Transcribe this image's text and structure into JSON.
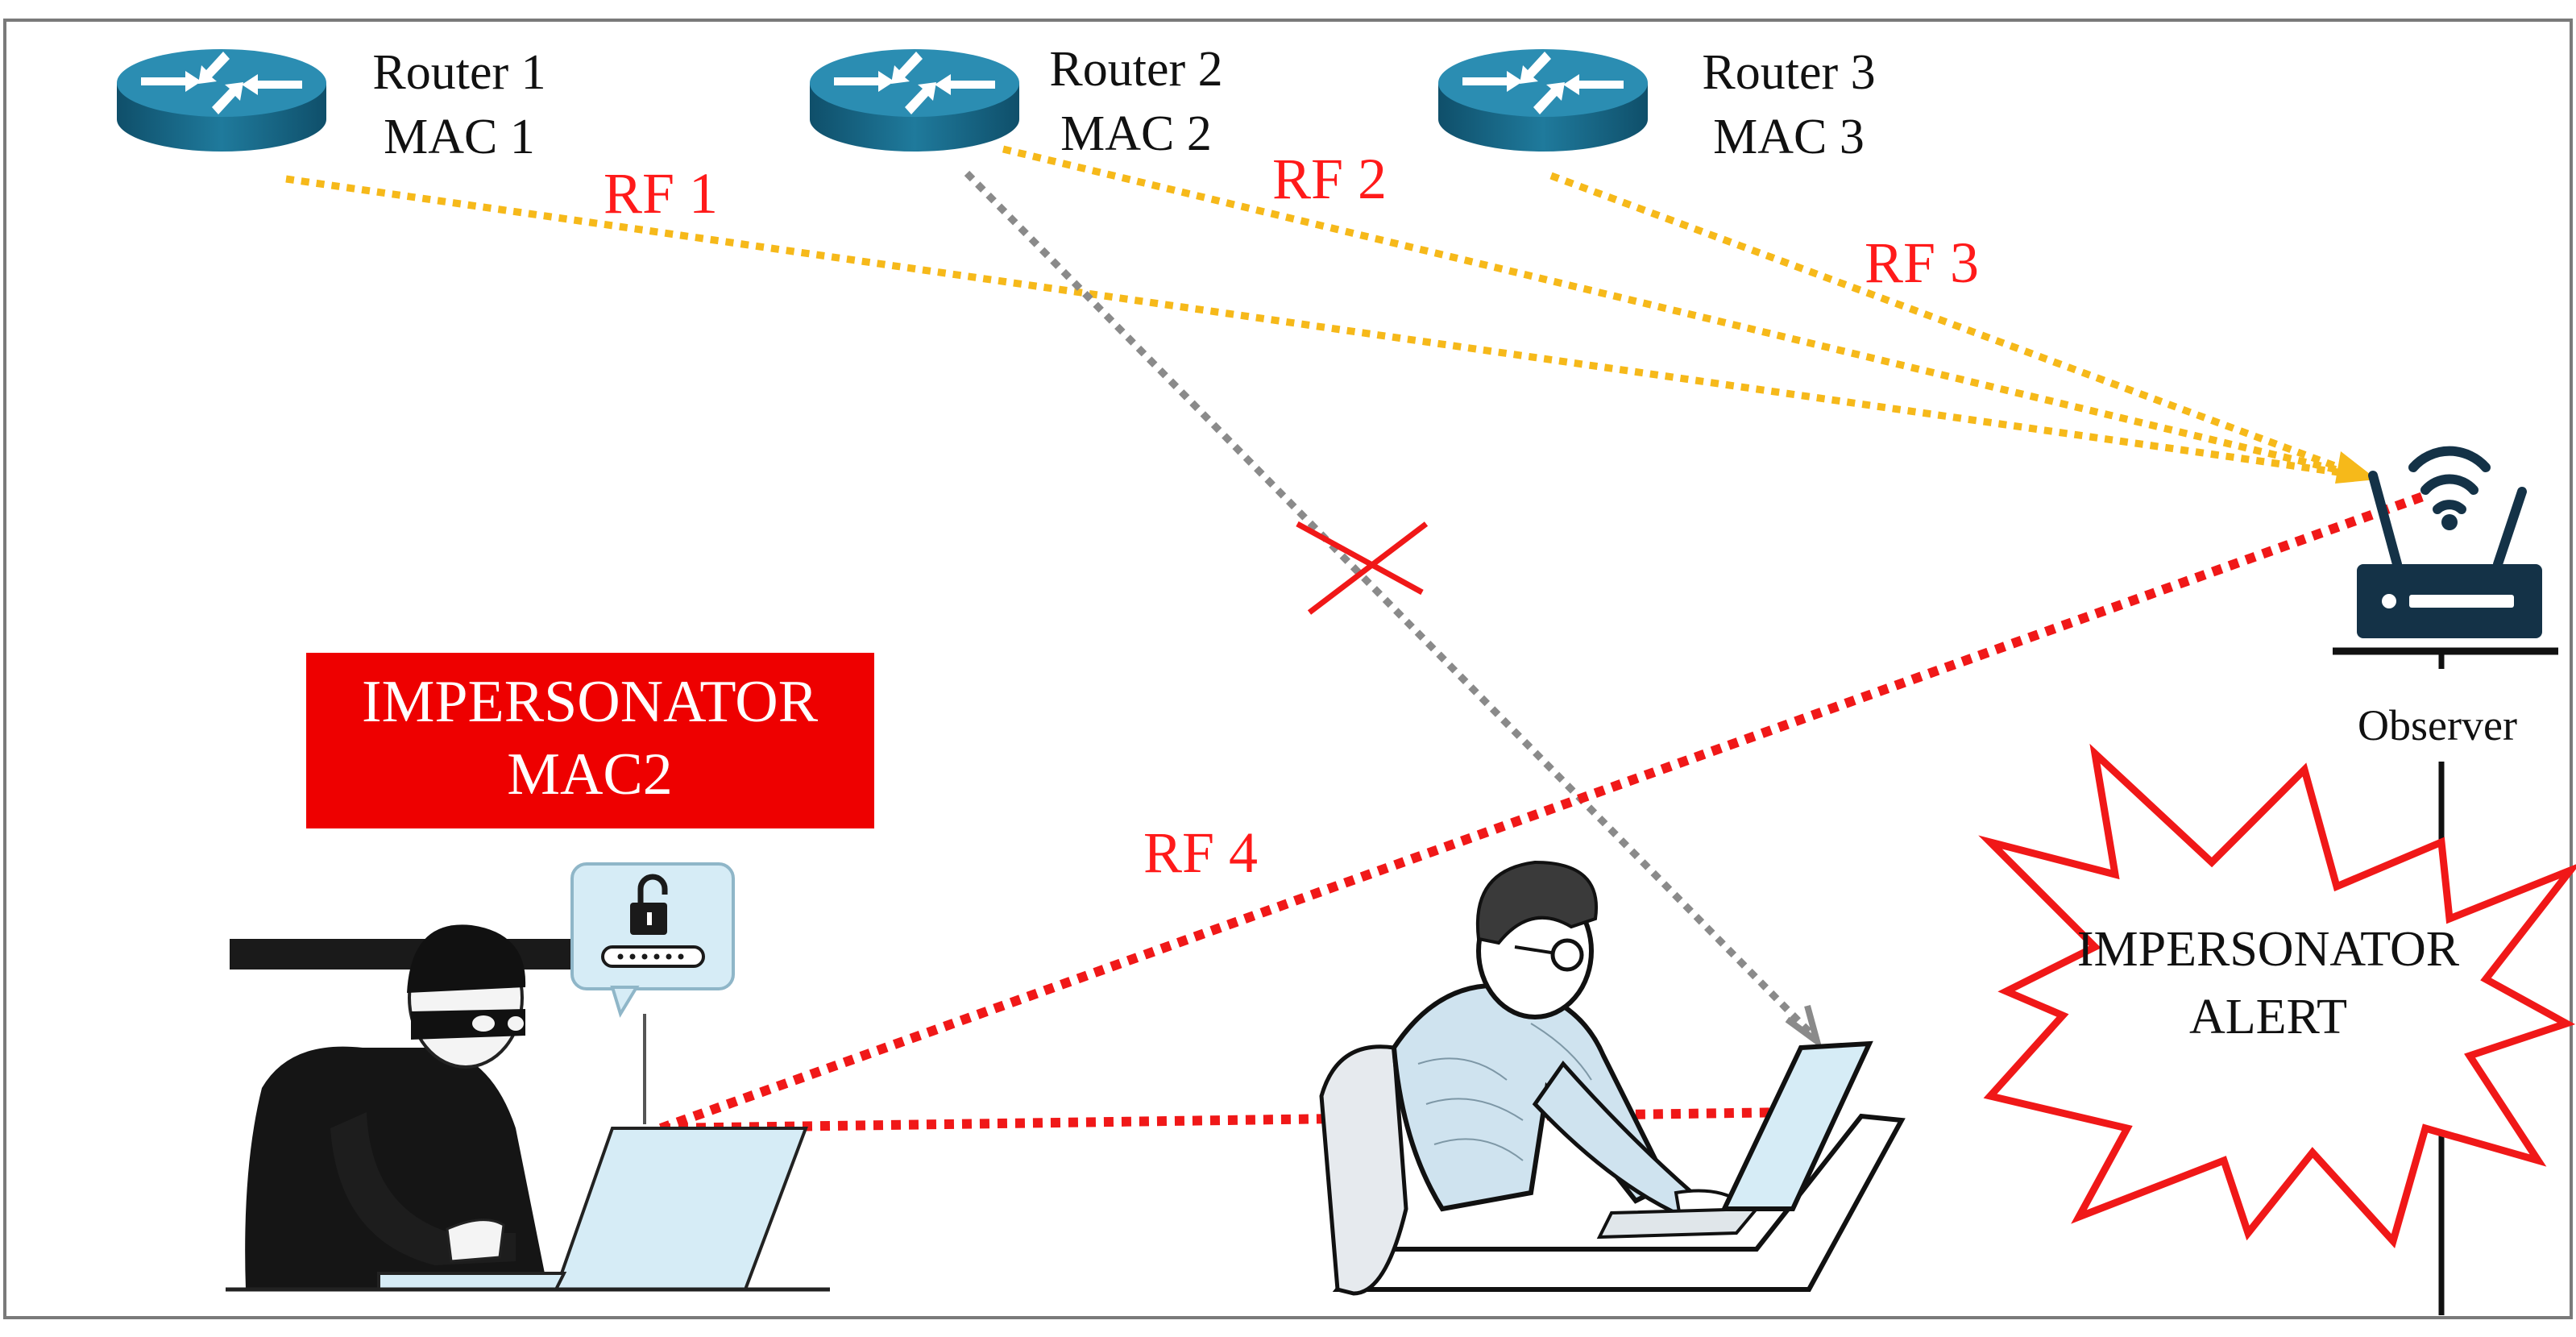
{
  "routers": [
    {
      "name": "Router 1",
      "mac": "MAC 1"
    },
    {
      "name": "Router 2",
      "mac": "MAC 2"
    },
    {
      "name": "Router 3",
      "mac": "MAC 3"
    }
  ],
  "rf_labels": {
    "rf1": "RF 1",
    "rf2": "RF 2",
    "rf3": "RF 3",
    "rf4": "RF 4"
  },
  "impersonator_box": {
    "line1": "IMPERSONATOR",
    "line2": "MAC2"
  },
  "observer": {
    "label": "Observer"
  },
  "alert": {
    "line1": "IMPERSONATOR",
    "line2": "ALERT"
  },
  "colors": {
    "router": "#1f6f8b",
    "router_top": "#2a8fb0",
    "rf_yellow": "#f6b91a",
    "rf_red": "#f01818",
    "blocked_gray": "#8a8a8a",
    "impersonator_box": "#ee0000",
    "laptop": "#d6ecf6",
    "observer_device": "#143247"
  }
}
